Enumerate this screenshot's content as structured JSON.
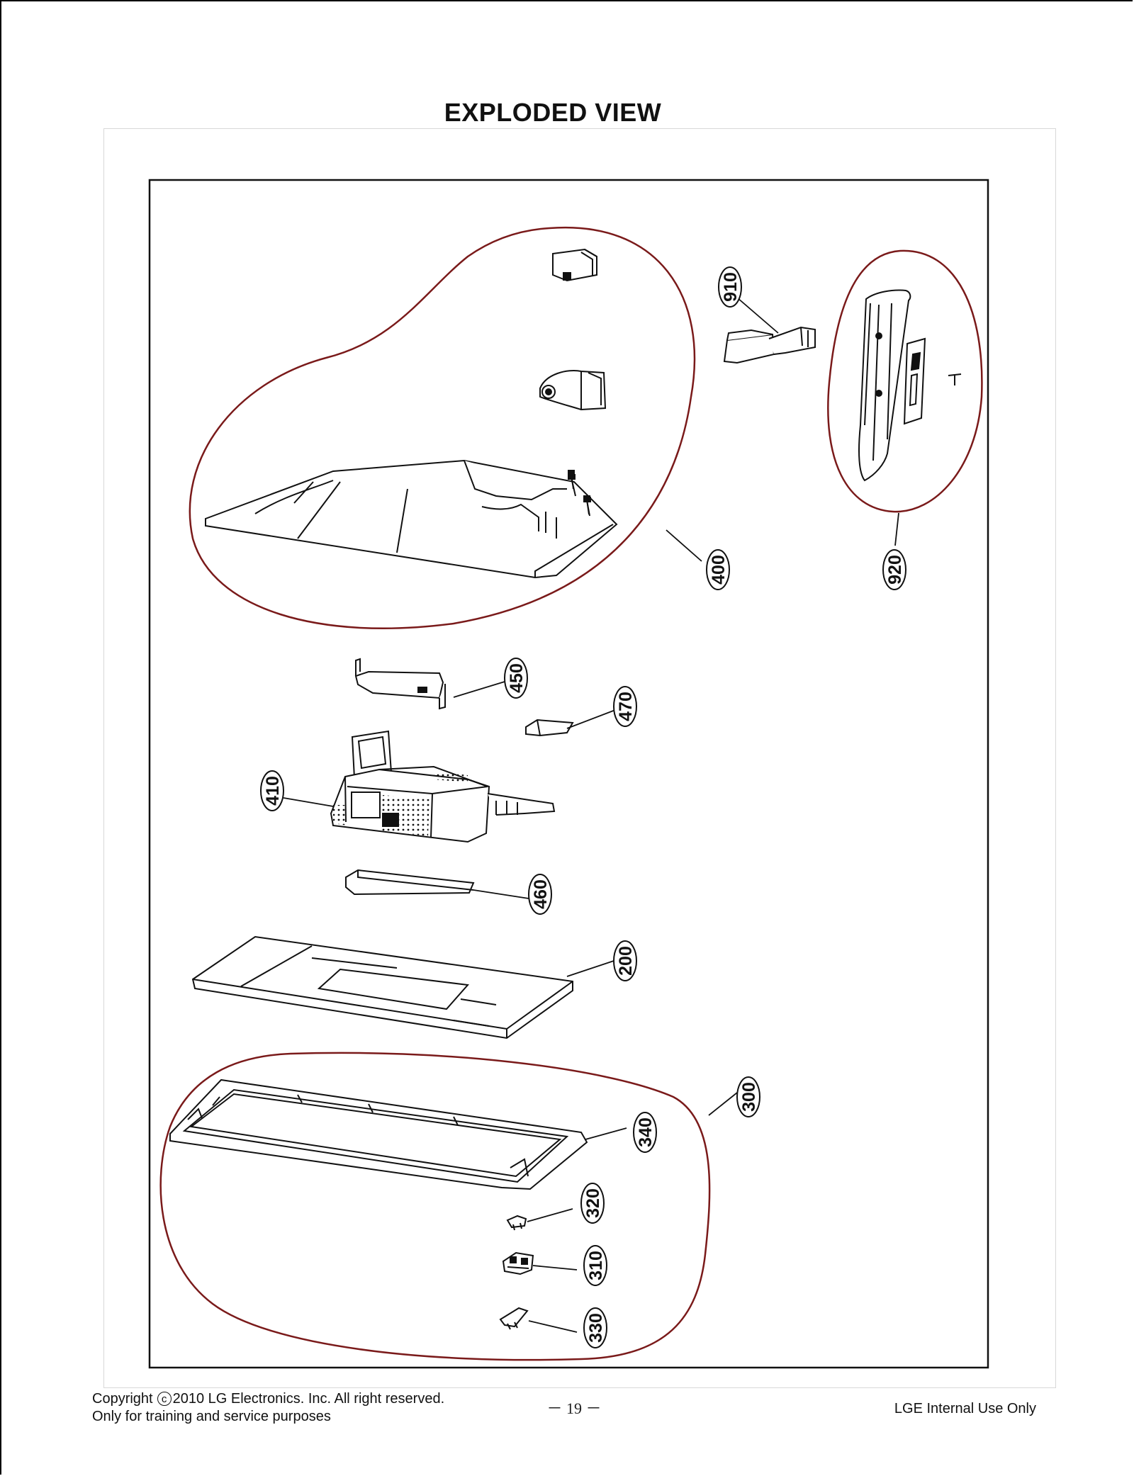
{
  "title": "EXPLODED VIEW",
  "callouts": [
    {
      "id": "910",
      "label": "910"
    },
    {
      "id": "920",
      "label": "920"
    },
    {
      "id": "400",
      "label": "400"
    },
    {
      "id": "450",
      "label": "450"
    },
    {
      "id": "470",
      "label": "470"
    },
    {
      "id": "410",
      "label": "410"
    },
    {
      "id": "460",
      "label": "460"
    },
    {
      "id": "200",
      "label": "200"
    },
    {
      "id": "300",
      "label": "300"
    },
    {
      "id": "340",
      "label": "340"
    },
    {
      "id": "320",
      "label": "320"
    },
    {
      "id": "310",
      "label": "310"
    },
    {
      "id": "330",
      "label": "330"
    }
  ],
  "footer": {
    "copyright_prefix": "Copyright",
    "copyright_symbol": "c",
    "copyright_text": "2010 LG Electronics. Inc. All right reserved.",
    "purpose": "Only for training and service purposes",
    "page_number": "－ 19 －",
    "internal": "LGE Internal Use Only"
  },
  "colors": {
    "group_outline": "#7a1a1a",
    "line_art": "#111111"
  }
}
